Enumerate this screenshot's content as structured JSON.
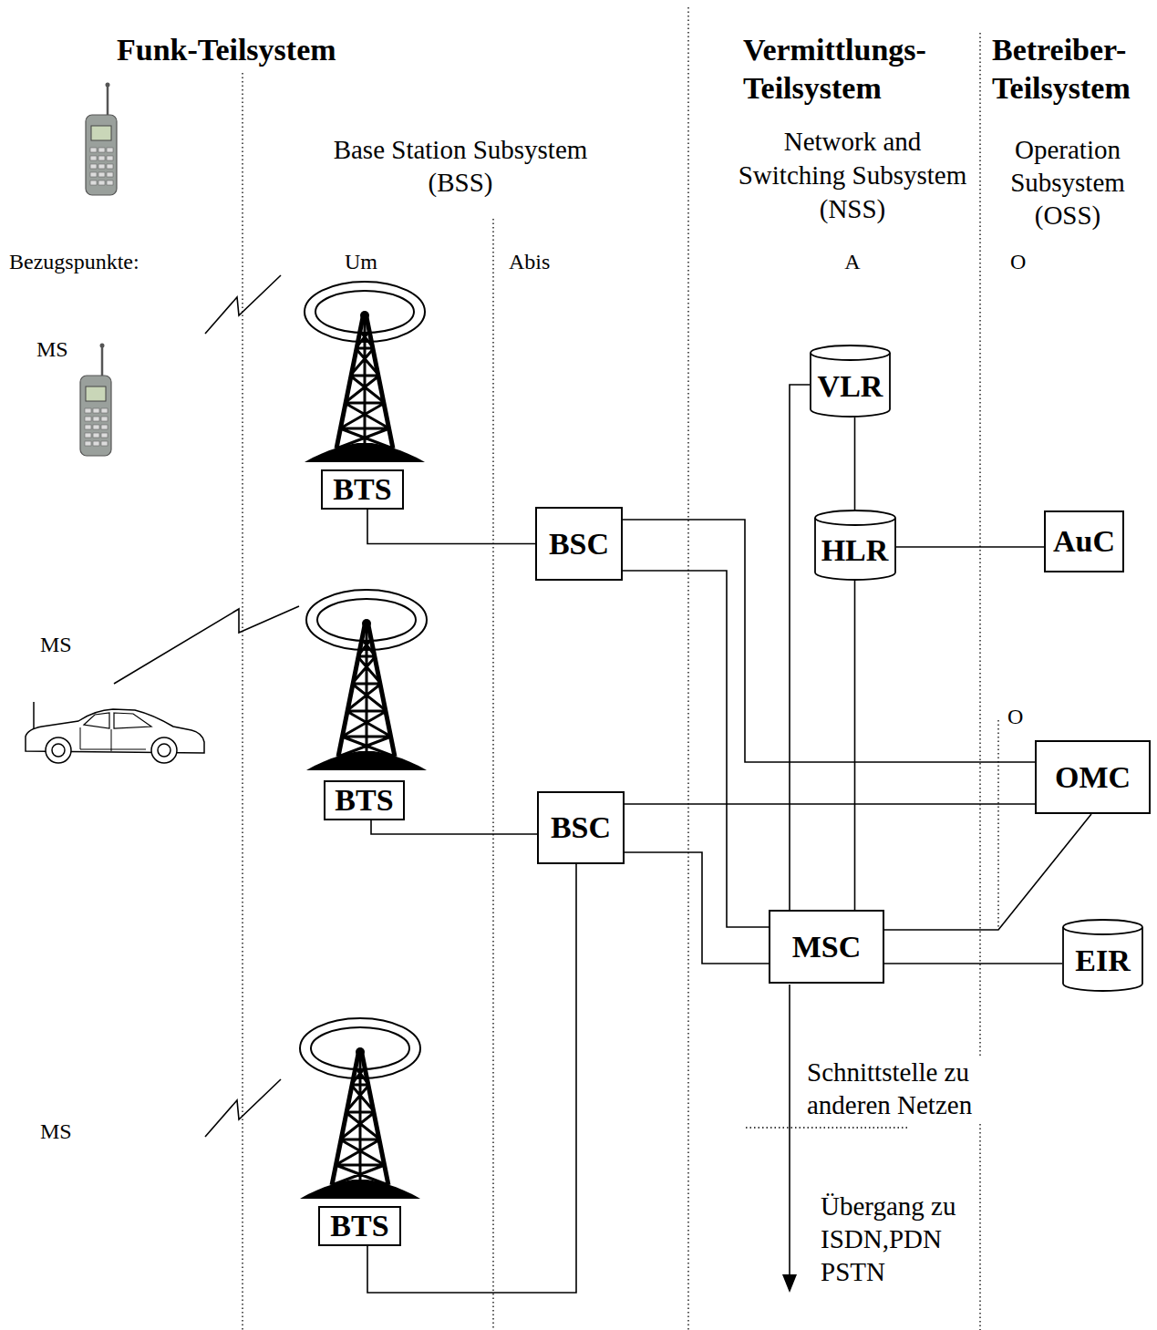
{
  "diagram": {
    "nodes": [
      {
        "text": [
          "VLR"
        ]
      },
      {
        "text": [
          "BTS"
        ]
      },
      {
        "text": [
          "BSC"
        ]
      },
      {
        "text": [
          "HLR"
        ]
      },
      {
        "text": [
          "AuC"
        ]
      },
      {
        "text": [
          "OMC"
        ]
      },
      {
        "text": [
          "BTS"
        ]
      },
      {
        "text": [
          "BSC"
        ]
      },
      {
        "text": [
          "MSC"
        ]
      },
      {
        "text": [
          "EIR"
        ]
      },
      {
        "text": [
          "BTS"
        ]
      }
    ],
    "edges": [
      {
        "from": 1,
        "to": 2,
        "arrow": "none"
      },
      {
        "from": 6,
        "to": 7,
        "arrow": "none"
      },
      {
        "from": 10,
        "to": 7,
        "arrow": "none"
      },
      {
        "from": 2,
        "to": 8,
        "arrow": "none"
      },
      {
        "from": 2,
        "to": 5,
        "arrow": "none"
      },
      {
        "from": 7,
        "to": 5,
        "arrow": "none"
      },
      {
        "from": 7,
        "to": 8,
        "arrow": "none"
      },
      {
        "from": 0,
        "to": 3,
        "arrow": "none"
      },
      {
        "from": 0,
        "to": 8,
        "arrow": "none"
      },
      {
        "from": 3,
        "to": 8,
        "arrow": "none"
      },
      {
        "from": 3,
        "to": 4,
        "arrow": "none"
      },
      {
        "from": 8,
        "to": 5,
        "arrow": "none"
      },
      {
        "from": 8,
        "to": 9,
        "arrow": "none"
      }
    ],
    "labels": [
      "Funk-Teilsystem",
      "Vermittlungs- Teilsystem",
      "Betreiber- Teilsystem",
      "Base Station Subsystem (BSS)",
      "Network and Switching Subsystem (NSS)",
      "Operation Subsystem (OSS)",
      "Bezugspunkte:",
      "Um",
      "Abis",
      "A",
      "O",
      "MS",
      "MS",
      "O",
      "MS",
      "Schnittstelle zu anderen Netzen",
      "Übergang zu ISDN,PDN PSTN"
    ]
  }
}
